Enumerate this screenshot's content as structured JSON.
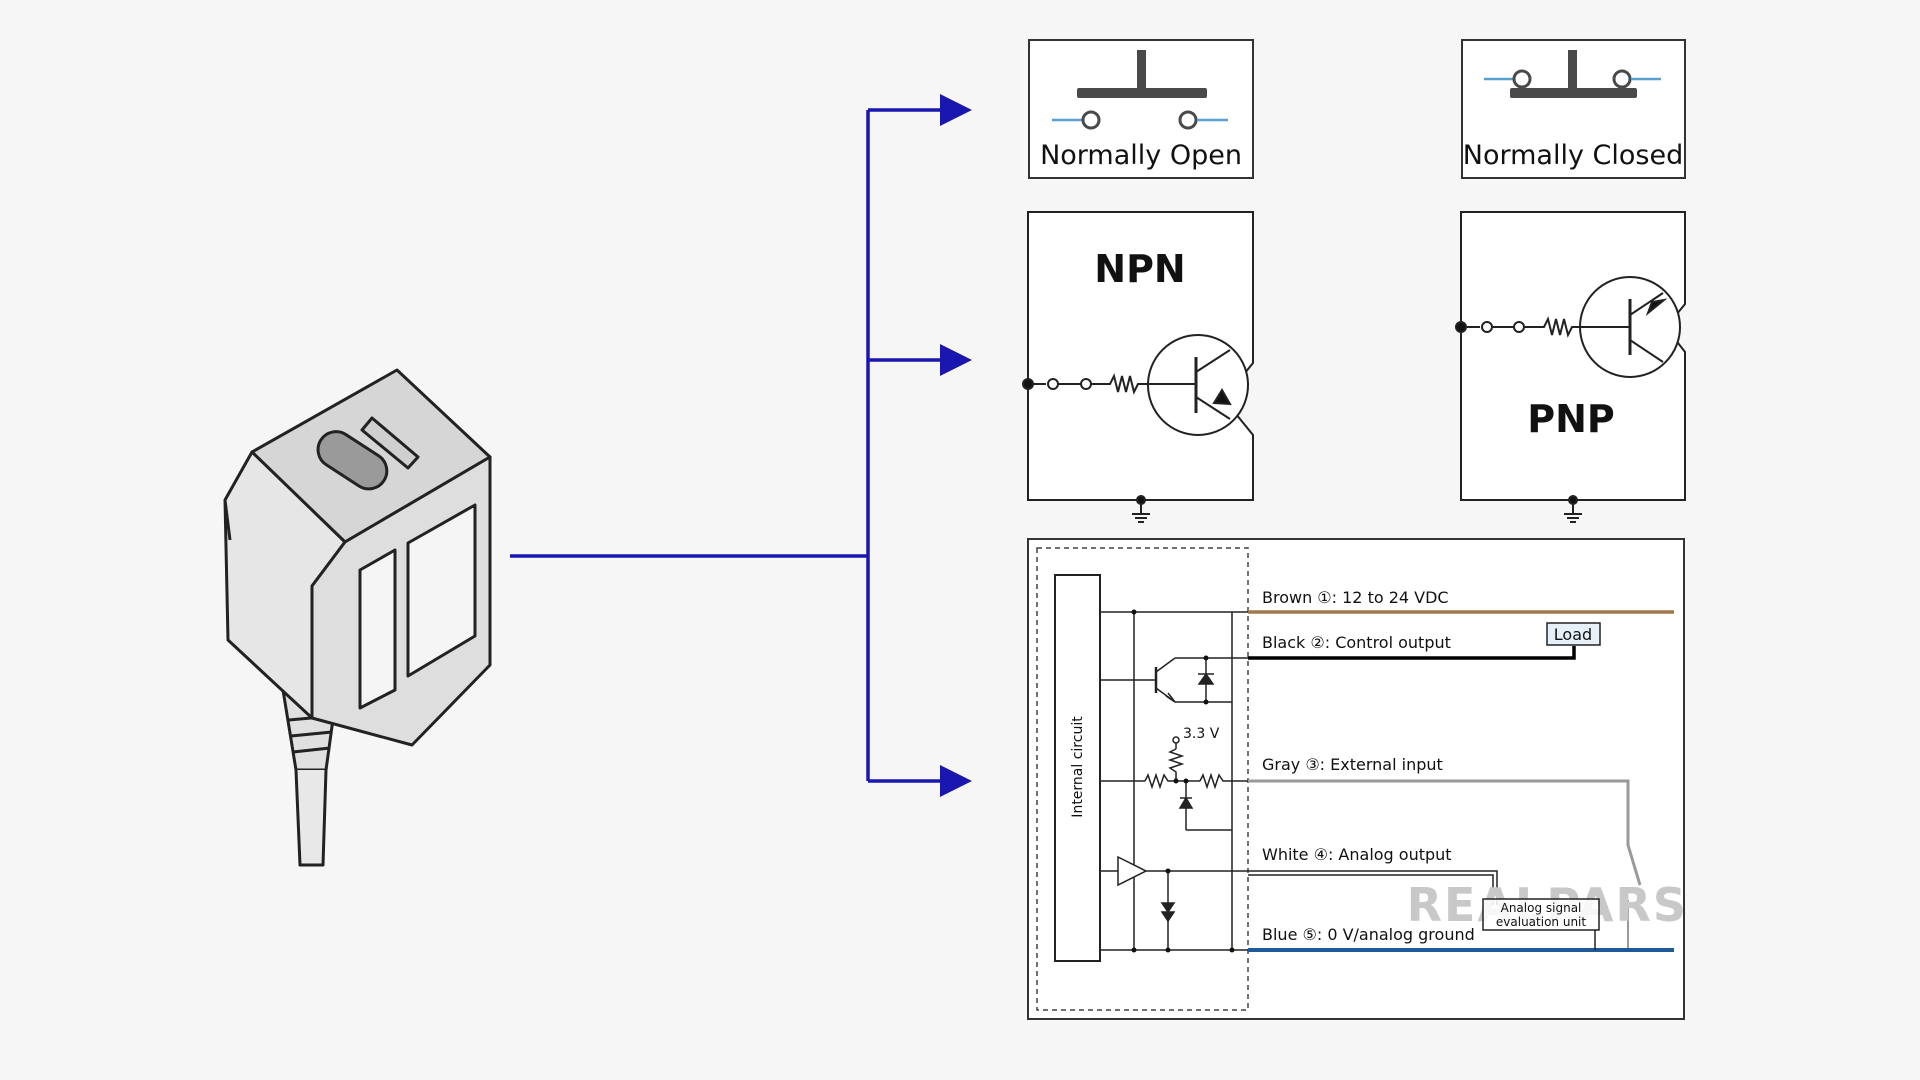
{
  "colors": {
    "background": "#f6f6f6",
    "arrow": "#1a16b0",
    "box_border": "#333333",
    "contact": "#4a4a4a",
    "wire_accent": "#5aa0d0",
    "wire_brown": "#a0784c",
    "wire_black": "#000000",
    "wire_gray": "#9a9a9a",
    "wire_blue": "#1e5a96",
    "watermark": "#c8c8c8"
  },
  "icons": [
    "photoelectric-sensor-icon",
    "arrow-right-icon",
    "transistor-icon",
    "ground-icon",
    "resistor-icon",
    "zener-diode-icon",
    "amplifier-icon"
  ],
  "switch_types": {
    "normally_open": "Normally Open",
    "normally_closed": "Normally Closed"
  },
  "transistor_types": {
    "npn": "NPN",
    "pnp": "PNP"
  },
  "wiring": {
    "internal_circuit": "Internal circuit",
    "voltage_label": "3.3 V",
    "load_label": "Load",
    "analog_unit_line1": "Analog signal",
    "analog_unit_line2": "evaluation unit",
    "wires": [
      {
        "label": "Brown ①: 12 to 24 VDC",
        "color": "#a0784c"
      },
      {
        "label": "Black ②: Control output",
        "color": "#000000"
      },
      {
        "label": "Gray ③: External input",
        "color": "#9a9a9a"
      },
      {
        "label": "White ④: Analog output",
        "color": "#000000"
      },
      {
        "label": "Blue ⑤: 0 V/analog ground",
        "color": "#1e5a96"
      }
    ]
  },
  "watermark": "REALPARS"
}
